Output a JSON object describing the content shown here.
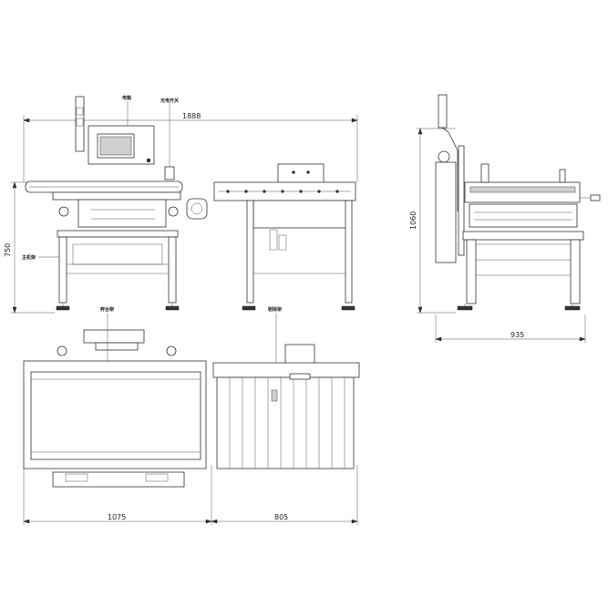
{
  "dimensions": {
    "overall_length": "1888",
    "height_front": "750",
    "height_side": "1060",
    "depth_side": "935",
    "plan_left": "1075",
    "plan_right": "805"
  },
  "labels": {
    "electrical_box": "电箱",
    "photo_switch": "光电开关",
    "main_frame": "主机架",
    "weighing_table": "秤台架",
    "rejector_frame": "剔除架"
  }
}
